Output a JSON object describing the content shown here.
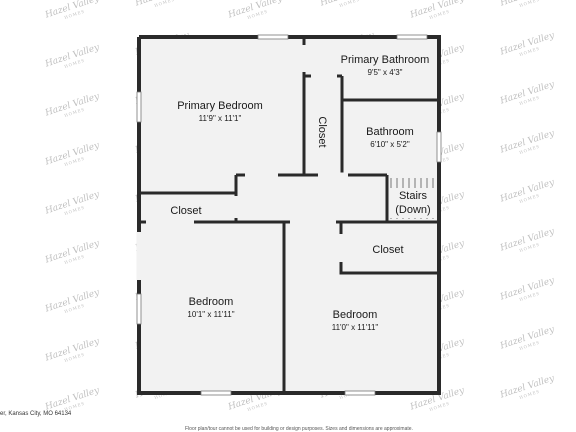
{
  "brand": {
    "watermark": "Hazel Valley",
    "watermark_sub": "HOMES"
  },
  "rooms": {
    "primary_bedroom": {
      "name": "Primary Bedroom",
      "size": "11'9\" x 11'1\""
    },
    "primary_bathroom": {
      "name": "Primary Bathroom",
      "size": "9'5\" x 4'3\""
    },
    "closet_vertical": {
      "name": "Closet"
    },
    "bathroom": {
      "name": "Bathroom",
      "size": "6'10\" x 5'2\""
    },
    "stairs": {
      "line1": "Stairs",
      "line2": "(Down)"
    },
    "closet_left": {
      "name": "Closet"
    },
    "closet_right": {
      "name": "Closet"
    },
    "bedroom_left": {
      "name": "Bedroom",
      "size": "10'1\" x 11'11\""
    },
    "bedroom_right": {
      "name": "Bedroom",
      "size": "11'0\" x 11'11\""
    }
  },
  "footer": {
    "address": "er, Kansas City, MO 64134",
    "disclaimer": "Floor plan/tour cannot be used for building or design purposes. Sizes and dimensions are approximate."
  }
}
